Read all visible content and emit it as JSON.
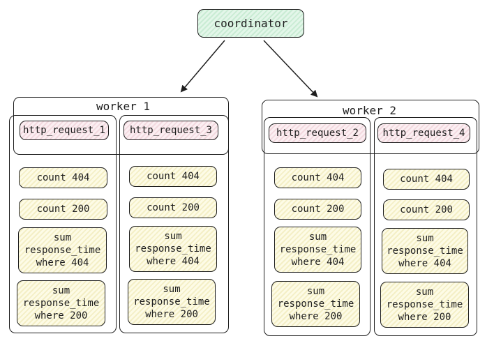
{
  "coordinator": {
    "label": "coordinator"
  },
  "workers": [
    {
      "title": "worker 1",
      "columns": [
        {
          "request": "http_request_1",
          "metrics": [
            "count 404",
            "count 200",
            "sum\nresponse_time\nwhere 404",
            "sum\nresponse_time\nwhere 200"
          ]
        },
        {
          "request": "http_request_3",
          "metrics": [
            "count 404",
            "count 200",
            "sum\nresponse_time\nwhere 404",
            "sum\nresponse_time\nwhere 200"
          ]
        }
      ]
    },
    {
      "title": "worker 2",
      "columns": [
        {
          "request": "http_request_2",
          "metrics": [
            "count 404",
            "count 200",
            "sum\nresponse_time\nwhere 404",
            "sum\nresponse_time\nwhere 200"
          ]
        },
        {
          "request": "http_request_4",
          "metrics": [
            "count 404",
            "count 200",
            "sum\nresponse_time\nwhere 404",
            "sum\nresponse_time\nwhere 200"
          ]
        }
      ]
    }
  ],
  "colors": {
    "coordinator_fill": "#c9ecd4",
    "request_fill": "#f3d9df",
    "metric_fill": "#f4efc6",
    "stroke": "#1e1e1e"
  }
}
